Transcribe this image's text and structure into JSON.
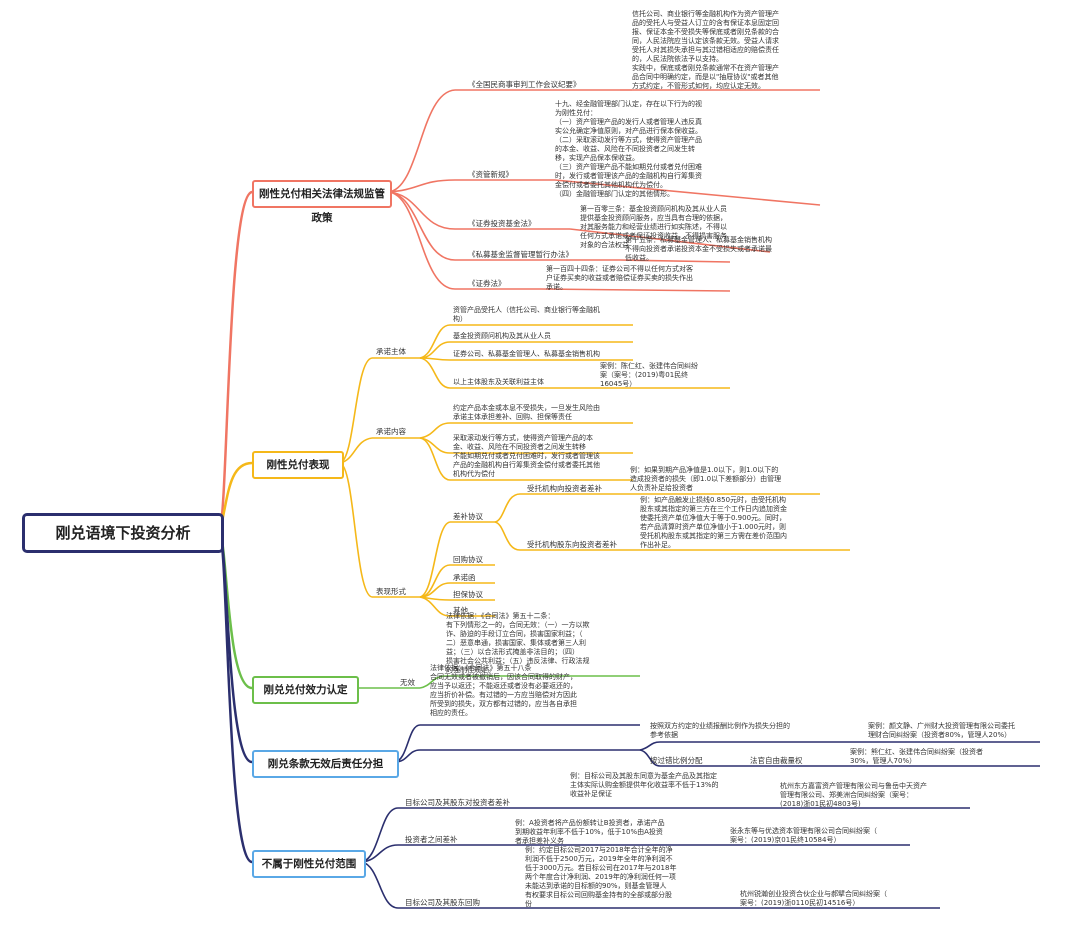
{
  "root": "刚兑语境下投资分析",
  "colors": {
    "red": "#f07563",
    "orange": "#f5b819",
    "green": "#6cbf4a",
    "navy": "#2b2f6e",
    "blue": "#5aa8e6"
  },
  "branch1": {
    "title": "刚性兑付相关法律法规监管政策",
    "items": [
      {
        "label": "《全国民商事审判工作会议纪要》",
        "text": "信托公司、商业银行等金融机构作为资产管理产\n品的受托人与受益人订立的含有保证本息固定回\n报、保证本金不受损失等保底或者刚兑条款的合\n同，人民法院应当认定该条款无效。受益人请求\n受托人对其损失承担与其过错相适应的赔偿责任\n的，人民法院依法予以支持。\n实践中，保底或者刚兑条款通常不在资产管理产\n品合同中明确约定，而是以\"抽屉协议\"或者其他\n方式约定，不管形式如何，均应认定无效。"
      },
      {
        "label": "《资管新规》",
        "text": "十九、经金融管理部门认定，存在以下行为的视\n为刚性兑付：\n（一）资产管理产品的发行人或者管理人违反真\n实公允确定净值原则，对产品进行保本保收益。\n（二）采取滚动发行等方式，使得资产管理产品\n的本金、收益、风险在不同投资者之间发生转\n移，实现产品保本保收益。\n（三）资产管理产品不能如期兑付或者兑付困难\n时，发行或者管理该产品的金融机构自行筹集资\n金偿付或者委托其他机构代为偿付。\n（四）金融管理部门认定的其他情形。"
      },
      {
        "label": "《证券投资基金法》",
        "text": "第一百零三条：基金投资顾问机构及其从业人员\n提供基金投资顾问服务，应当具有合理的依据，\n对其服务能力和经营业绩进行如实陈述，不得以\n任何方式承诺或者保证投资收益，不得损害服务\n对象的合法权益"
      },
      {
        "label": "《私募基金监督管理暂行办法》",
        "text": "第十五条：私募基金管理人、私募基金销售机构\n不得向投资者承诺投资本金不受损失或者承诺最\n低收益。"
      },
      {
        "label": "《证券法》",
        "text": "第一百四十四条：证券公司不得以任何方式对客\n户证券买卖的收益或者赔偿证券买卖的损失作出\n承诺。"
      }
    ]
  },
  "branch2": {
    "title": "刚性兑付表现",
    "subjects_label": "承诺主体",
    "subjects": [
      "资管产品受托人（信托公司、商业银行等金融机\n构）",
      "基金投资顾问机构及其从业人员",
      "证券公司、私募基金管理人、私募基金销售机构",
      "以上主体股东及关联利益主体"
    ],
    "subject_case": "案例：陈仁红、张建伟合同纠纷\n案（案号：(2019)粤01民终\n16045号）",
    "content_label": "承诺内容",
    "contents": [
      "约定产品本金或本息不受损失，一旦发生风险由\n承诺主体承担差补、回购、担保等责任",
      "采取滚动发行等方式，使得资产管理产品的本\n金、收益、风险在不同投资者之间发生转移",
      "不能如期兑付或者兑付困难时，发行或者管理该\n产品的金融机构自行筹集资金偿付或者委托其他\n机构代为偿付"
    ],
    "forms_label": "表现形式",
    "diff_label": "差补协议",
    "diff_items": [
      {
        "label": "受托机构向投资者差补",
        "text": "例：如果到期产品净值是1.0以下，则1.0以下的\n造成投资者的损失（即1.0以下差额部分）由管理\n人负责补足给投资者"
      },
      {
        "label": "受托机构股东向投资者差补",
        "text": "例：如产品触发止损线0.850元时，由受托机构\n股东或其指定的第三方在三个工作日内追加资金\n使委托资产单位净值大于等于0.900元。同时，\n若产品清算时资产单位净值小于1.000元时，则\n受托机构股东或其指定的第三方需在差价范围内\n作出补足。"
      }
    ],
    "other_forms": [
      "回购协议",
      "承诺函",
      "担保协议",
      "其他"
    ]
  },
  "branch3": {
    "title": "刚兑兑付效力认定",
    "label": "无效",
    "text": "法律依据：《合同法》第五十二条：\n有下列情形之一的，合同无效：（一）一方以欺\n诈、胁迫的手段订立合同，损害国家利益；（\n二）恶意串通，损害国家、集体或者第三人利\n益；（三）以合法形式掩盖非法目的；（四）\n损害社会公共利益；（五）违反法律、行政法规\n的强制性规定。"
  },
  "branch4": {
    "title": "刚兑条款无效后责任分担",
    "text": "法律依据：《合同法》第五十八条\n合同无效或者被撤销后，因该合同取得的财产，\n应当予以返还；不能返还或者没有必要返还的，\n应当折价补偿。有过错的一方应当赔偿对方因此\n所受到的损失，双方都有过错的，应当各自承担\n相应的责任。",
    "rule1": "按照双方约定的业绩报酬比例作为损失分担的\n参考依据",
    "case1": "案例：颜文静、广州财大投资管理有限公司委托\n理财合同纠纷案（投资者80%，管理人20%）",
    "rule2": "按过错比例分配",
    "rule2b": "法官自由裁量权",
    "case2": "案例：熊仁红、张建伟合同纠纷案（投资者\n30%，管理人70%）"
  },
  "branch5": {
    "title": "不属于刚性兑付范围",
    "items": [
      {
        "label": "目标公司及其股东对投资者差补",
        "text": "例：目标公司及其股东同意为基金产品及其指定\n主体实际认购金额提供年化收益率不低于13%的\n收益补足保证",
        "case": "杭州东方嘉富资产管理有限公司与鲁岳中天资产\n管理有限公司、郑美洲合同纠纷案（案号：\n(2018)浙01民初4803号)"
      },
      {
        "label": "投资者之间差补",
        "text": "例：A投资者将产品份额转让B投资者，承诺产品\n到期收益年利率不低于10%，低于10%由A投资\n者承担差补义务",
        "case": "张永东等与优选资本管理有限公司合同纠纷案（\n案号：(2019)京01民终10584号）"
      },
      {
        "label": "目标公司及其股东回购",
        "text": "例：约定目标公司2017与2018年合计全年的净\n利润不低于2500万元，2019年全年的净利润不\n低于3000万元。若目标公司在2017年与2018年\n两个年度合计净利润、2019年的净利润任何一项\n未能达到承诺的目标额的90%，则基金管理人\n有权要求目标公司回购基金持有的全部或部分股\n份",
        "case": "杭州锐瀚创业投资合伙企业与郝擘合同纠纷案（\n案号：(2019)浙0110民初14516号）"
      }
    ]
  }
}
